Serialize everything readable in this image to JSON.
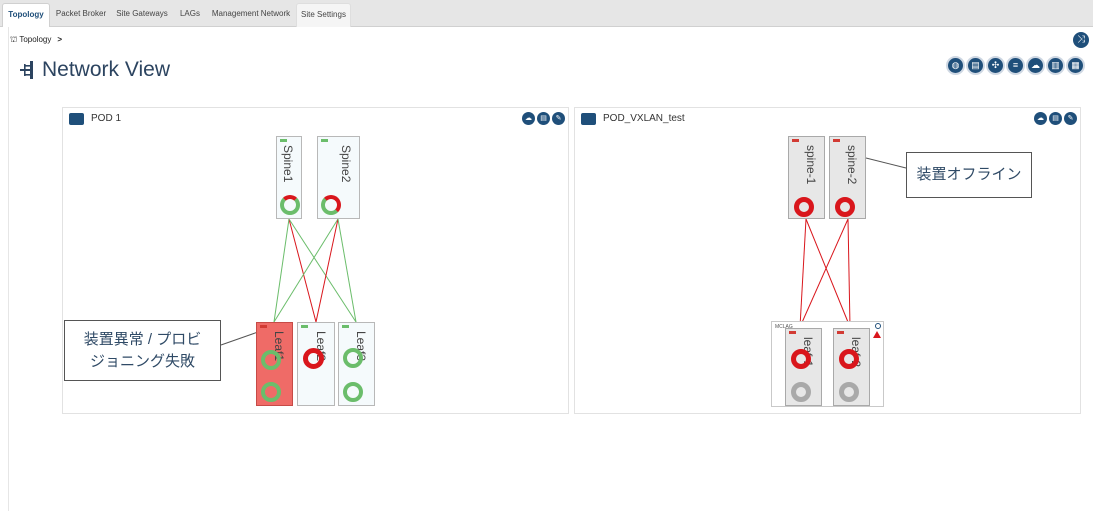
{
  "tabs": [
    {
      "label": "Topology",
      "active": true
    },
    {
      "label": "Packet Broker",
      "active": false
    },
    {
      "label": "Site Gateways",
      "active": false
    },
    {
      "label": "LAGs",
      "active": false
    },
    {
      "label": "Management Network",
      "active": false
    },
    {
      "label": "Site Settings",
      "active": false
    }
  ],
  "breadcrumb": {
    "label": "Topology",
    "chevron": ">"
  },
  "page": {
    "title": "Network View"
  },
  "pods": [
    {
      "title": "POD 1"
    },
    {
      "title": "POD_VXLAN_test"
    }
  ],
  "devices": {
    "spine1": "Spine1",
    "spine2": "Spine2",
    "leaf1": "Leaf1",
    "leaf2": "Leaf2",
    "leaf3": "Leaf3",
    "spine_1": "spine-1",
    "spine_2": "spine-2",
    "leaf_1": "leaf-1",
    "leaf_2": "leaf-2"
  },
  "mclag_label": "MCLAG",
  "callouts": {
    "offline": "装置オフライン",
    "failure_line1": "装置異常 / プロビ",
    "failure_line2": "ジョニング失敗"
  },
  "colors": {
    "accent": "#1f4f7a",
    "ok": "#6bbd6b",
    "error": "#d9161c",
    "alert_bg": "#ef6b67",
    "offline_gray": "#a9a9a9"
  }
}
